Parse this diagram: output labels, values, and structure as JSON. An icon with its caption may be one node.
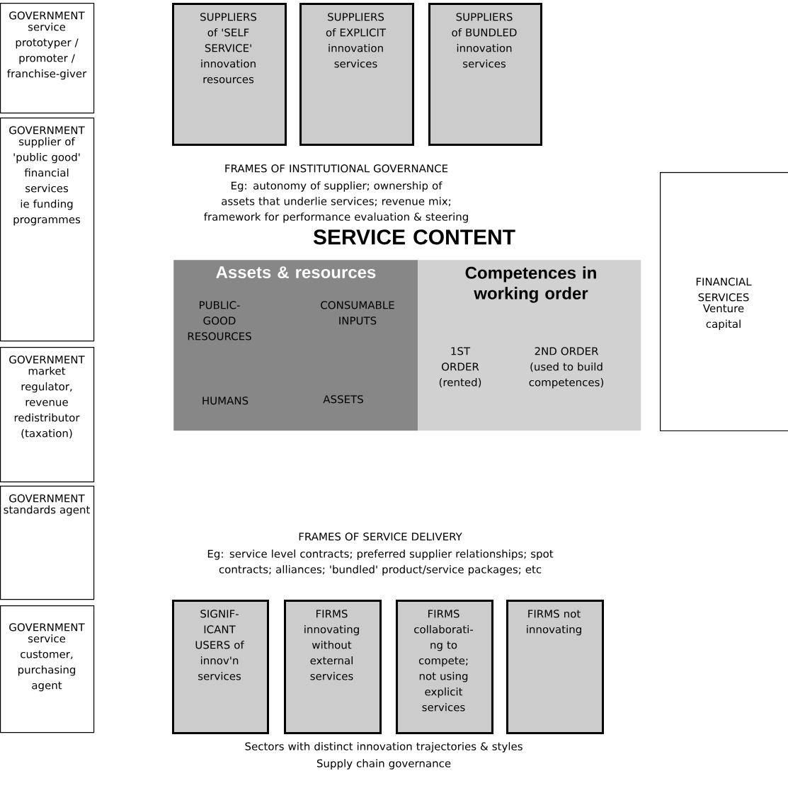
{
  "diagram": {
    "nodes": [
      {
        "text": [
          "GOVERNMENT",
          "service prototyper / promoter / franchise-giver"
        ]
      },
      {
        "text": [
          "GOVERNMENT",
          "supplier of 'public good' financial services ie funding programmes"
        ]
      },
      {
        "text": [
          "GOVERNMENT",
          "market regulator, revenue redistributor (taxation)"
        ]
      },
      {
        "text": [
          "GOVERNMENT",
          "standards agent"
        ]
      },
      {
        "text": [
          "GOVERNMENT",
          "service customer, purchasing agent"
        ]
      },
      {
        "text": [
          "SUPPLIERS of 'SELF SERVICE' innovation resources"
        ]
      },
      {
        "text": [
          "SUPPLIERS of EXPLICIT innovation services"
        ]
      },
      {
        "text": [
          "SUPPLIERS of BUNDLED innovation services"
        ]
      },
      {
        "text": [
          "Assets & resources",
          "PUBLIC-GOOD RESOURCES",
          "CONSUMABLE INPUTS",
          "HUMANS",
          "ASSETS"
        ]
      },
      {
        "text": [
          "Competences in working order",
          "1ST ORDER (rented)",
          "2ND ORDER (used to build competences)"
        ]
      },
      {
        "text": [
          "FINANCIAL SERVICES",
          "Venture capital"
        ]
      },
      {
        "text": [
          "SIGNIF-ICANT USERS of innov'n services"
        ]
      },
      {
        "text": [
          "FIRMS innovating without external services"
        ]
      },
      {
        "text": [
          "FIRMS collaborati-ng to compete; not using explicit services"
        ]
      },
      {
        "text": [
          "FIRMS not innovating"
        ]
      }
    ],
    "labels": [
      "FRAMES OF INSTITUTIONAL GOVERNANCE",
      "Eg: autonomy of supplier; ownership of assets that underlie services; revenue mix; framework for performance evaluation & steering",
      "SERVICE CONTENT",
      "FRAMES OF SERVICE DELIVERY",
      "Eg: service level contracts; preferred supplier relationships; spot contracts; alliances; 'bundled' product/service packages; etc",
      "Sectors with distinct innovation trajectories & styles",
      "Supply chain governance"
    ]
  }
}
